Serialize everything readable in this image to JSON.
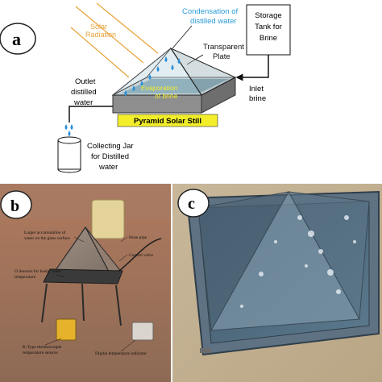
{
  "panels": {
    "a": {
      "letter": "a",
      "labels": {
        "solar_line1": "Solar",
        "solar_line2": "Radiation",
        "condensation_line1": "Condensation of",
        "condensation_line2": "distilled water",
        "transparent_line1": "Transparent",
        "transparent_line2": "Plate",
        "storage_line1": "Storage",
        "storage_line2": "Tank for",
        "storage_line3": "Brine",
        "outlet_line1": "Outlet",
        "outlet_line2": "distilled",
        "outlet_line3": "water",
        "evaporation_line1": "Evaporation",
        "evaporation_line2": "of brine",
        "inlet_line1": "Inlet",
        "inlet_line2": "brine",
        "still_label": "Pyramid Solar Still",
        "jar_line1": "Collecting Jar",
        "jar_line2": "for Distilled",
        "jar_line3": "water"
      }
    },
    "b": {
      "letter": "b",
      "annotations": {
        "water_line1": "Larger accumulation of",
        "water_line2": "water on the glass surface",
        "hose": "Hose pipe",
        "valve": "Control valve",
        "sensors_line1": "O Sensors for basin, water",
        "sensors_line2": "temperature",
        "ktype_line1": "K-Type thermocouple",
        "ktype_line2": "temperature sensors",
        "digital": "Digital temperature indicator"
      }
    },
    "c": {
      "letter": "c"
    }
  },
  "colors": {
    "solar_text": "#e8a23a",
    "condensation_text": "#2a9bd6",
    "water_drop": "#2a8fd8",
    "still_label_bg": "#f2ee2a",
    "basin_dark": "#2b2b2b",
    "arrow": "#111111"
  }
}
